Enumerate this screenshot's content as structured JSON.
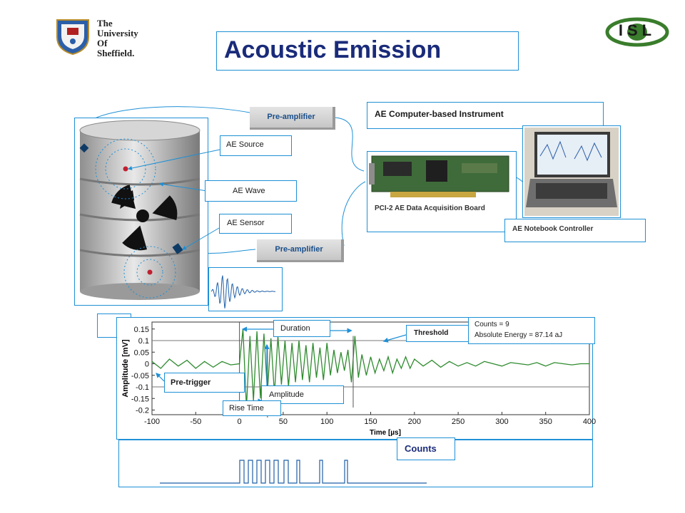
{
  "header": {
    "university_lines": [
      "The",
      "University",
      "Of",
      "Sheffield."
    ],
    "isl_logo_text": "ISL",
    "title": "Acoustic Emission"
  },
  "labels": {
    "preamp_top": "Pre-amplifier",
    "preamp_bottom": "Pre-amplifier",
    "ae_source": "AE Source",
    "ae_wave": "AE Wave",
    "ae_sensor": "AE Sensor",
    "instrument": "AE Computer-based Instrument",
    "board": "PCI-2 AE Data Acquisition Board",
    "notebook": "AE Notebook Controller"
  },
  "waveform": {
    "duration": "Duration",
    "threshold": "Threshold",
    "pretrigger": "Pre-trigger",
    "amplitude": "Amplitude",
    "rise_time": "Rise Time",
    "counts_line": "Counts = 9",
    "energy_line": "Absolute Energy = 87.14 aJ",
    "counts_box": "Counts"
  },
  "colors": {
    "accent": "#1e90d6",
    "title": "#1a2b7a",
    "signal": "#2e8b2e",
    "isl_green": "#3a7d2c"
  },
  "icons": [
    "radiation-icon",
    "university-crest-icon"
  ],
  "chart_data": {
    "type": "line",
    "title": "",
    "xlabel": "Time [µs]",
    "ylabel": "Amplitude [mV]",
    "xlim": [
      -100,
      400
    ],
    "ylim": [
      -0.22,
      0.18
    ],
    "x_ticks": [
      -100,
      -50,
      0,
      50,
      100,
      150,
      200,
      250,
      300,
      350,
      400
    ],
    "y_ticks": [
      0.15,
      0.1,
      0.05,
      0,
      -0.05,
      -0.1,
      -0.15,
      -0.2
    ],
    "threshold": [
      -0.1,
      0.1
    ],
    "grid": false,
    "series": [
      {
        "x": [
          -100,
          -90,
          -80,
          -70,
          -60,
          -50,
          -40,
          -30,
          -20,
          -10,
          0,
          4,
          8,
          12,
          16,
          20,
          24,
          28,
          32,
          36,
          40,
          44,
          48,
          52,
          56,
          60,
          64,
          68,
          72,
          76,
          80,
          84,
          88,
          92,
          96,
          100,
          104,
          108,
          112,
          116,
          120,
          124,
          128,
          132,
          136,
          140,
          145,
          150,
          155,
          160,
          165,
          170,
          175,
          180,
          185,
          190,
          195,
          200,
          210,
          220,
          230,
          240,
          250,
          260,
          270,
          280,
          290,
          300,
          310,
          320,
          330,
          340,
          350,
          360,
          370,
          380,
          390,
          400
        ],
        "y": [
          0.01,
          -0.02,
          0.02,
          -0.01,
          0.015,
          -0.02,
          0.01,
          -0.015,
          0.01,
          -0.005,
          0.0,
          0.15,
          -0.19,
          0.12,
          -0.16,
          0.14,
          -0.15,
          0.13,
          -0.12,
          0.11,
          -0.13,
          0.12,
          -0.09,
          0.1,
          -0.1,
          0.09,
          -0.08,
          0.1,
          -0.07,
          0.08,
          -0.08,
          0.09,
          -0.06,
          0.07,
          -0.07,
          0.09,
          -0.05,
          0.06,
          -0.04,
          0.05,
          -0.03,
          0.06,
          -0.08,
          0.12,
          -0.06,
          0.04,
          -0.05,
          0.03,
          -0.04,
          0.02,
          -0.03,
          0.03,
          -0.04,
          0.02,
          -0.02,
          0.03,
          -0.02,
          0.02,
          -0.01,
          0.015,
          -0.015,
          0.01,
          -0.01,
          0.005,
          -0.01,
          0.01,
          0.0,
          -0.01,
          0.005,
          0.0,
          -0.005,
          0.005,
          -0.01,
          0.005,
          0.0,
          -0.005,
          0.0,
          0.0
        ]
      }
    ]
  }
}
